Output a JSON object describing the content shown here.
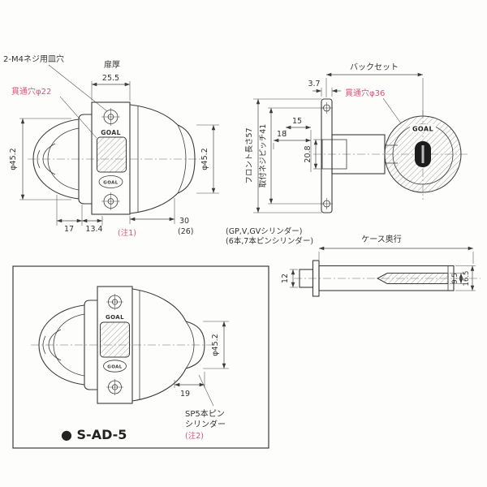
{
  "drawing": {
    "brand": "GOAL"
  },
  "colors": {
    "line": "#3b3b3b",
    "text": "#333333",
    "accent_red": "#e0507e",
    "background": "#ffffff",
    "hatch": "#8a8a8a",
    "keyhole": "#1c1c1c"
  },
  "side_view": {
    "screw_note": "2-M4ネジ用皿穴",
    "door_thickness_label": "扉厚",
    "door_thickness": "25.5",
    "through_hole": "貫通穴φ22",
    "knob_diameter": "φ45.2",
    "cylinder_diameter": "φ45.2",
    "dim_17": "17",
    "dim_13_4": "13.4",
    "note1": "(注1)",
    "dim_30": "30",
    "dim_26": "(26)",
    "cylinder_note_1": "(GP,V,GVシリンダー)",
    "cylinder_note_2": "(6本,7本ピンシリンダー)"
  },
  "front_view": {
    "backset_label": "バックセット",
    "plate_thickness": "3.7",
    "through_hole": "貫通穴φ36",
    "dim_15": "15",
    "dim_18": "18",
    "front_length": "フロント長さ57",
    "screw_pitch": "取付ネジピッチ41",
    "case_height": "20.8"
  },
  "case_view": {
    "label": "ケース奥行",
    "bolt_width": "12",
    "dim_9_5": "9.5",
    "dim_16_5": "16.5"
  },
  "sp_view": {
    "cylinder_diameter": "φ45.2",
    "dim_19": "19",
    "cylinder_label_1": "SP5本ピン",
    "cylinder_label_2": "シリンダー",
    "note2": "(注2)",
    "model": "● S-AD-5"
  }
}
